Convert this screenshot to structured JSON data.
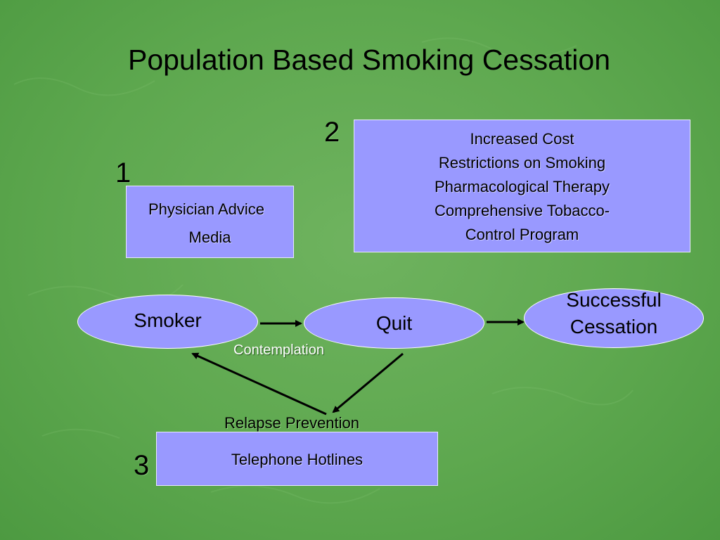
{
  "slide": {
    "title": "Population Based Smoking Cessation"
  },
  "groups": {
    "one": {
      "number": "1",
      "lines": [
        "Physician Advice",
        "Media"
      ]
    },
    "two": {
      "number": "2",
      "lines": [
        "Increased Cost",
        "Restrictions on Smoking",
        "Pharmacological Therapy",
        "Comprehensive Tobacco-",
        "Control Program"
      ]
    },
    "three": {
      "number": "3",
      "lines": [
        "Telephone Hotlines"
      ]
    }
  },
  "stages": {
    "smoker": "Smoker",
    "quit": "Quit",
    "success_lines": [
      "Successful",
      "Cessation"
    ]
  },
  "labels": {
    "contemplation": "Contemplation",
    "relapse_prevention": "Relapse Prevention"
  },
  "colors": {
    "background": "#5ea84f",
    "box_fill": "#9999ff",
    "white_label": "#ffffff"
  }
}
